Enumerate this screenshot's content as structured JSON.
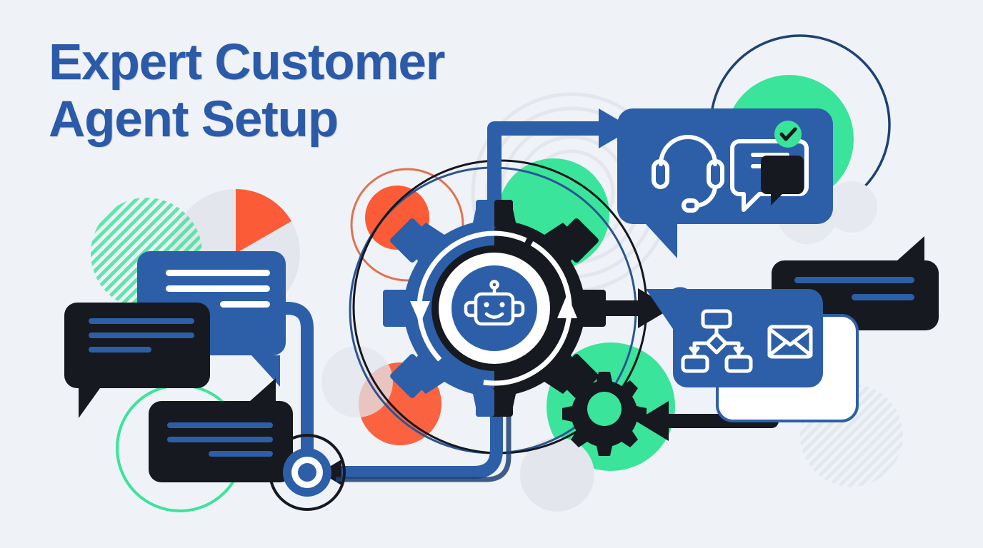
{
  "page": {
    "title_line_1": "Expert Customer",
    "title_line_2": "Agent Setup",
    "background_color": "#eff2f7",
    "title_color": "#2b5aa8"
  },
  "palette": {
    "brand_blue": "#2c5fa8",
    "deep_blue": "#1d4f91",
    "navy_outline": "#1f4274",
    "dark": "#16191f",
    "dark_soft": "#1b1f26",
    "green": "#3ae49a",
    "green_check": "#3ae49a",
    "orange": "#fb5b36",
    "grey": "#e2e5ea",
    "grey_soft": "#e8ebf0",
    "white": "#ffffff"
  },
  "nodes": {
    "center_hub": {
      "name": "AI agent gear hub",
      "icon": "robot-face-icon",
      "gear_left_color": "#2c5fa8",
      "gear_right_color": "#16191f",
      "badge_color": "#2c5fa8"
    },
    "support_card": {
      "name": "Live support channel card",
      "icons": [
        "headset-icon",
        "chat-bubble-icon",
        "check-badge-icon"
      ],
      "color": "#2c5fa8"
    },
    "routing_card": {
      "name": "Automation routing card",
      "icons": [
        "flowchart-icon",
        "envelope-icon"
      ],
      "color": "#2c5fa8"
    },
    "message_blue": {
      "name": "Customer message bubble",
      "color": "#2c5fa8",
      "line_count": 3
    },
    "message_dark_left": {
      "name": "Agent reply bubble",
      "color": "#16191f",
      "line_count": 3
    },
    "message_dark_bottom": {
      "name": "Follow up bubble",
      "color": "#16191f",
      "line_count": 3
    },
    "message_dark_right": {
      "name": "Outbound reply bubble",
      "color": "#16191f",
      "line_count": 2
    },
    "settings_gear": {
      "name": "Configuration gear",
      "color": "#16191f",
      "disc_color": "#3ae49a"
    },
    "loop_node": {
      "name": "Feedback loop endpoint",
      "color": "#2c5fa8"
    }
  },
  "connectors": [
    {
      "name": "hub-to-support",
      "direction": "up-right",
      "color": "#2c5fa8"
    },
    {
      "name": "hub-to-routing",
      "direction": "right",
      "color": "#16191f"
    },
    {
      "name": "routing-to-gear",
      "direction": "left",
      "color": "#16191f"
    },
    {
      "name": "hub-to-loop-node",
      "direction": "down-left",
      "color": "#2c5fa8"
    },
    {
      "name": "loop-node-to-bubbles",
      "direction": "up-left",
      "color": "#2c5fa8"
    },
    {
      "name": "hub-cycle-clockwise",
      "direction": "circular",
      "color": "#ffffff"
    }
  ],
  "decorations": [
    {
      "name": "green-striped-circle",
      "color": "#3ae49a"
    },
    {
      "name": "grey-circle-large",
      "color": "#e2e5ea"
    },
    {
      "name": "orange-arc",
      "color": "#fb5b36"
    },
    {
      "name": "orange-circle-top",
      "color": "#fb5b36"
    },
    {
      "name": "orange-circle-bottom",
      "color": "#fb5b36"
    },
    {
      "name": "green-disc-top",
      "color": "#3ae49a"
    },
    {
      "name": "green-disc-right",
      "color": "#3ae49a"
    },
    {
      "name": "green-ring-bottom-left",
      "color": "#3ae49a"
    },
    {
      "name": "navy-outline-circle",
      "color": "#1f4274"
    },
    {
      "name": "concentric-rings",
      "color": "#e2e5ea"
    },
    {
      "name": "grey-striped-circle",
      "color": "#e2e5ea"
    },
    {
      "name": "white-rounded-panel",
      "color": "#ffffff"
    }
  ]
}
